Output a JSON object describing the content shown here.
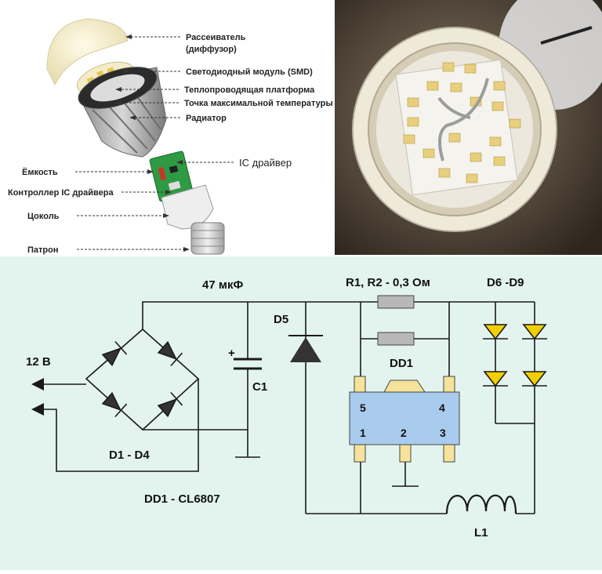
{
  "exploded_view": {
    "labels": [
      "Рассеиватель",
      "(диффузор)",
      "Светодиодный модуль (SMD)",
      "Теплопроводящая платформа",
      "Точка максимальной температуры",
      "Радиатор",
      "IC драйвер",
      "Ёмкость",
      "Контроллер IC драйвера",
      "Цоколь",
      "Патрон"
    ]
  },
  "schematic": {
    "labels": {
      "capacitor_value": "47 мкФ",
      "resistors": "R1, R2 - 0,3 Ом",
      "leds": "D6 -D9",
      "diode": "D5",
      "input": "12 В",
      "capacitor_plus": "+",
      "capacitor": "C1",
      "chip": "DD1",
      "bridge": "D1 - D4",
      "chip_type": "DD1 - CL6807",
      "inductor": "L1",
      "pin5": "5",
      "pin4": "4",
      "pin1": "1",
      "pin2": "2",
      "pin3": "3"
    },
    "colors": {
      "background": "#e3f4ee",
      "wire": "#1a1a1a",
      "chip_body": "#a9ccee",
      "chip_leg": "#f6e29a",
      "led": "#f2d000",
      "resistor": "#b8b8b8"
    }
  }
}
